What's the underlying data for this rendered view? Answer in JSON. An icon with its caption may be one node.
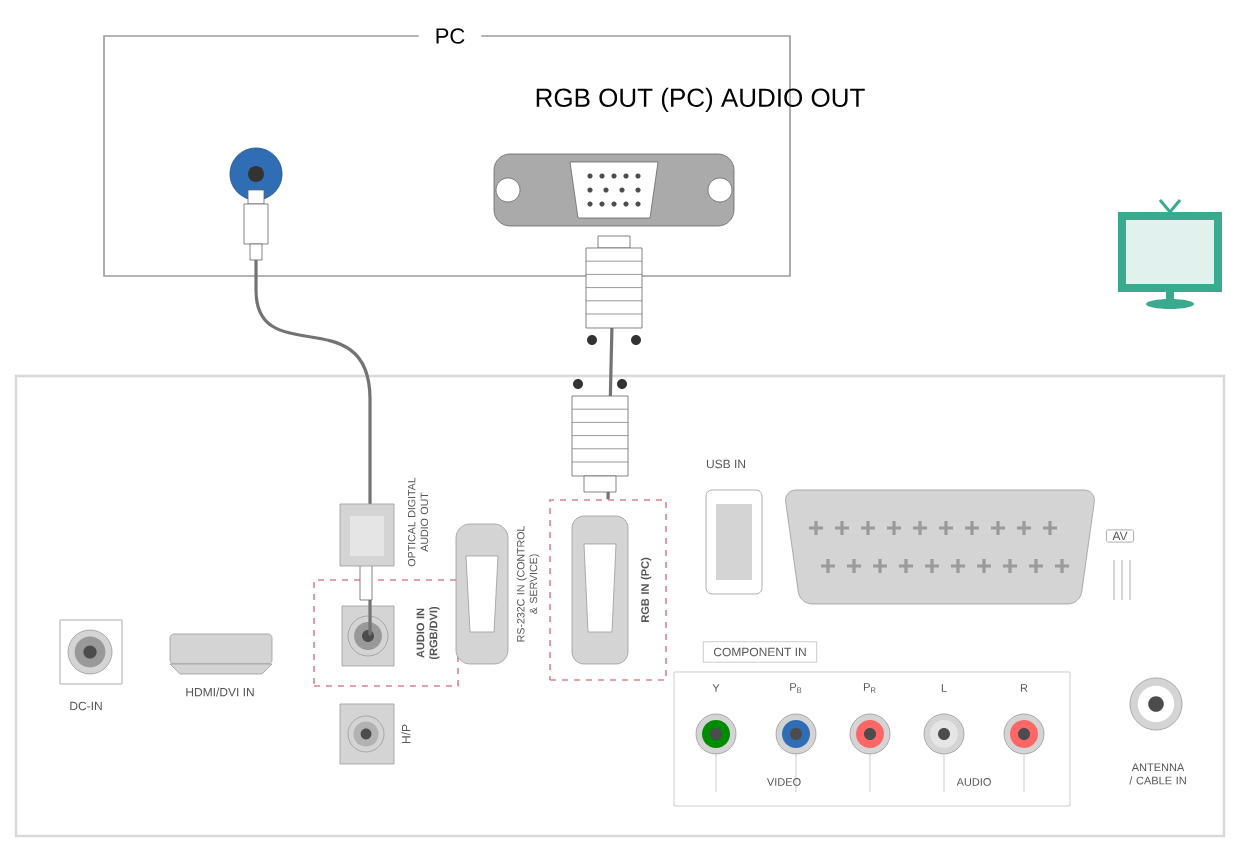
{
  "diagram": {
    "nodes": [
      {
        "text": [
          "PC"
        ]
      },
      {
        "text": [],
        "shape": "circle",
        "in": 0
      },
      {
        "text": [],
        "shape": "picture",
        "in": 0
      },
      {
        "text": [],
        "shape": "box"
      },
      {
        "text": [
          "AUDIO IN (RGB/DVI)"
        ],
        "in": 3
      },
      {
        "text": [
          "RGB IN (PC)"
        ],
        "in": 3
      }
    ],
    "edges": [
      {
        "from": 1,
        "to": 4,
        "arrow": "none"
      },
      {
        "from": 2,
        "to": 5,
        "arrow": "none"
      }
    ],
    "labels": [
      "RGB OUT (PC) AUDIO OUT",
      "OPTICAL DIGITAL AUDIO OUT",
      "RS-232C IN (CONTROL & SERVICE)",
      "DC-IN",
      "HDMI/DVI IN",
      "H/P",
      "USB IN",
      "AV",
      "COMPONENT IN",
      "Y",
      "P$_{B}$",
      "P$_{R}$",
      "L",
      "R",
      "VIDEO",
      "AUDIO",
      "ANTENNA / CABLE IN"
    ]
  }
}
